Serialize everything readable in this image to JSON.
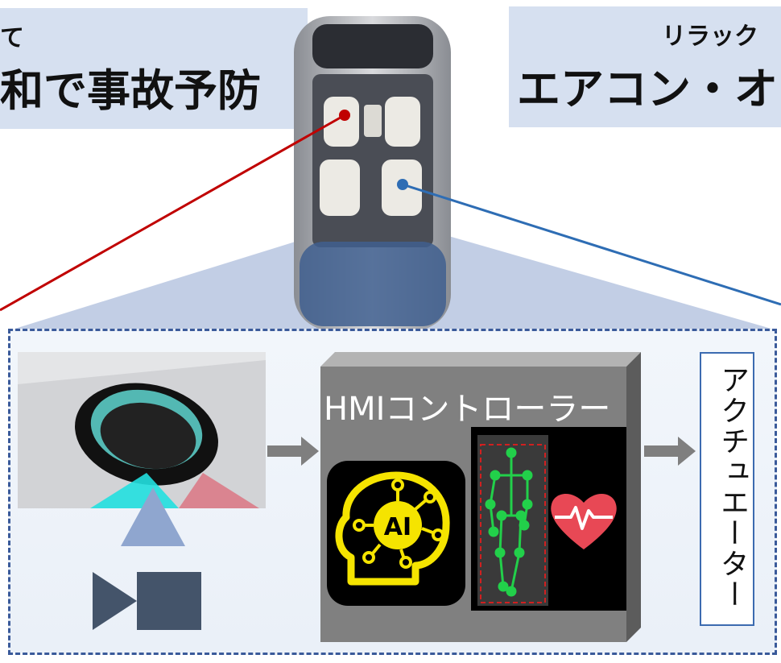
{
  "banners": {
    "left": {
      "line1": "て",
      "line2": "和で事故予防"
    },
    "right": {
      "line1": "リラック",
      "line2": "エアコン・オ"
    }
  },
  "hmi_controller": {
    "label": "HMIコントローラー"
  },
  "ai_badge": {
    "text": "AI"
  },
  "actuator": {
    "label": "アクチュエーター"
  },
  "colors": {
    "banner_bg": "#d6e0f0",
    "driver_line": "#c00000",
    "passenger_line": "#2e6db4",
    "dashed_border": "#3a5a9a",
    "controller_gray": "#808080",
    "ai_yellow": "#f5e400",
    "heart_red": "#e84855",
    "skeleton_green": "#22d04a",
    "camera_icon": "#44546a"
  }
}
